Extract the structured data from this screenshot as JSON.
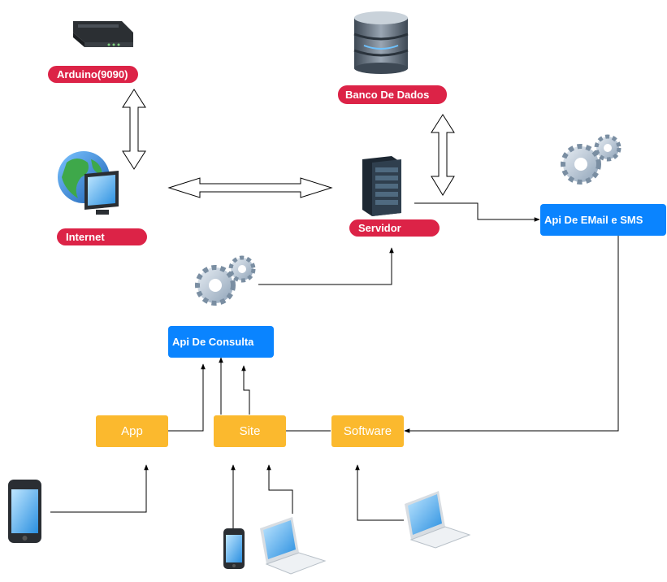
{
  "nodes": {
    "arduino": "Arduino(9090)",
    "banco": "Banco De Dados",
    "internet": "Internet",
    "servidor": "Servidor",
    "api_email": "Api De EMail e SMS",
    "api_consulta": "Api De Consulta",
    "app": "App",
    "site": "Site",
    "software": "Software"
  },
  "colors": {
    "red_label": "#dc2347",
    "blue_box": "#0a84ff",
    "orange_box": "#fbb92e",
    "connector": "#000000"
  },
  "icons": [
    "router-icon",
    "database-icon",
    "globe-monitor-icon",
    "server-rack-icon",
    "gears-icon",
    "smartphone-icon",
    "laptop-icon"
  ]
}
